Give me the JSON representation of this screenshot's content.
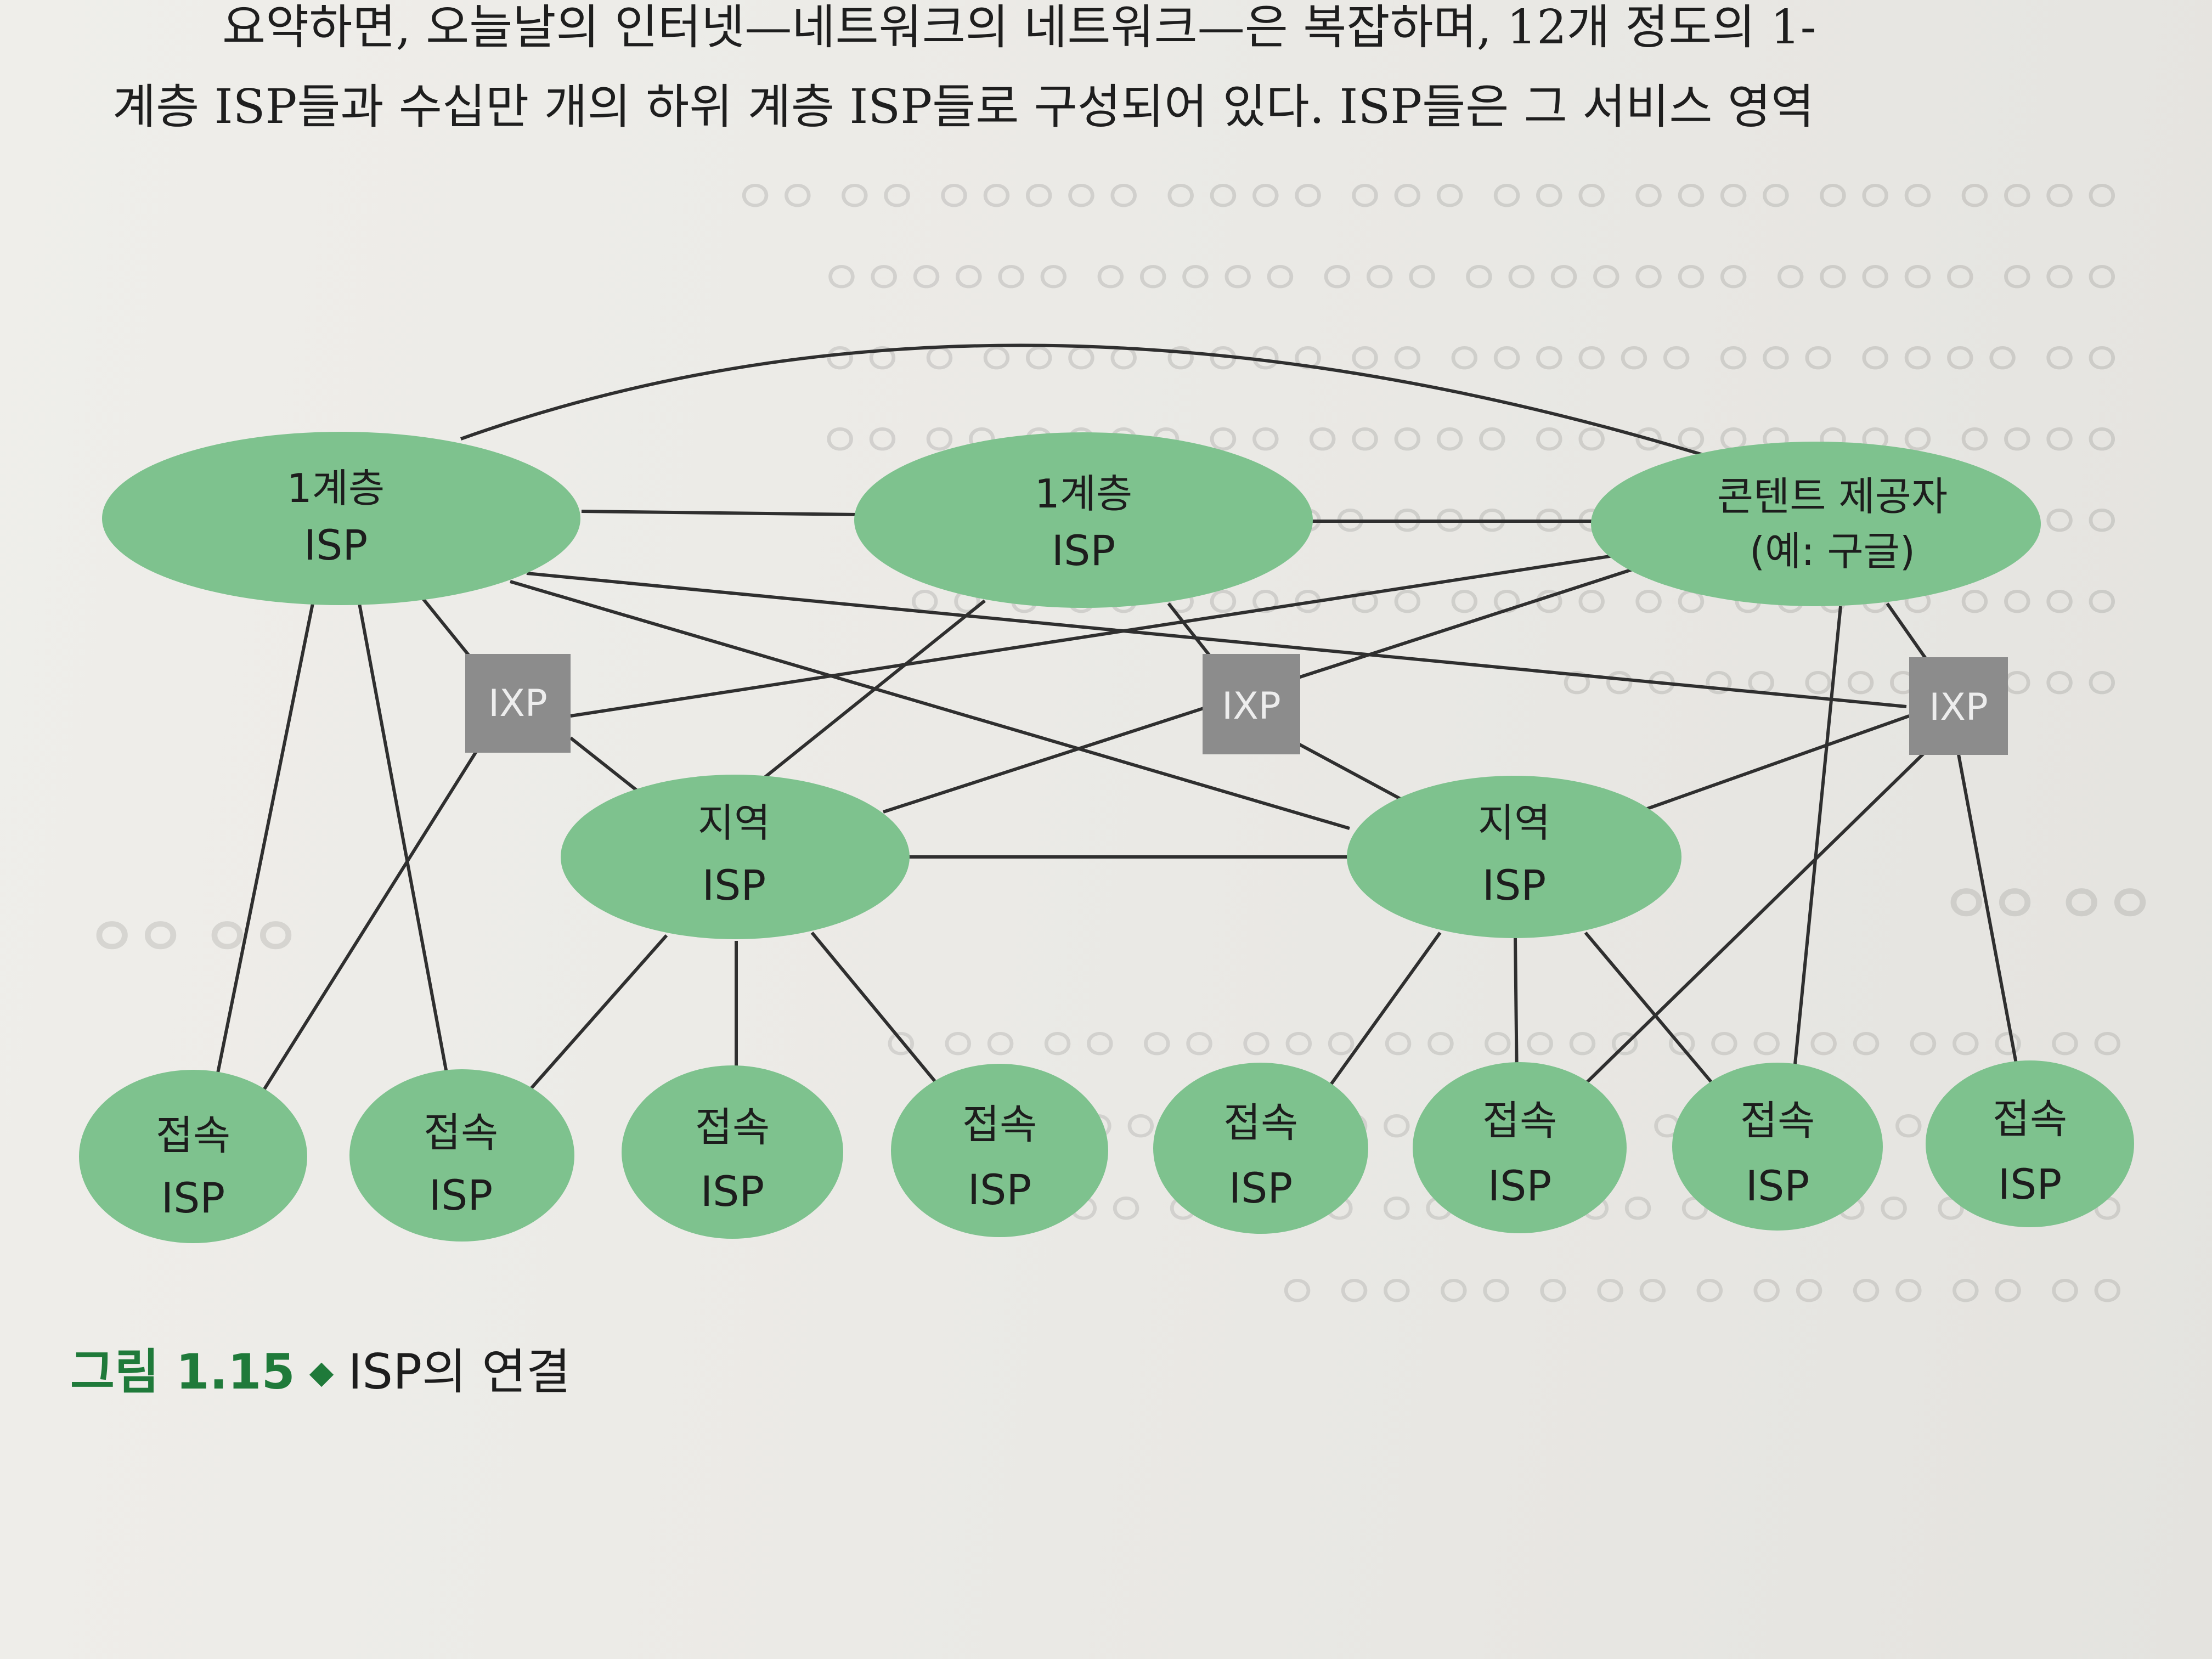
{
  "text": {
    "line1": "요약하면, 오늘날의 인터넷—네트워크의 네트워크—은 복잡하며, 12개 정도의 1-",
    "line2": "계층 ISP들과 수십만 개의 하위 계층 ISP들로 구성되어 있다. ISP들은 그 서비스 영역"
  },
  "diagram": {
    "nodes": {
      "tier1_a": {
        "line1": "1계층",
        "line2": "ISP"
      },
      "tier1_b": {
        "line1": "1계층",
        "line2": "ISP"
      },
      "content": {
        "line1": "콘텐트 제공자",
        "line2": "(예: 구글)"
      },
      "ixp_1": "IXP",
      "ixp_2": "IXP",
      "ixp_3": "IXP",
      "regional_a": {
        "line1": "지역",
        "line2": "ISP"
      },
      "regional_b": {
        "line1": "지역",
        "line2": "ISP"
      },
      "access": [
        {
          "line1": "접속",
          "line2": "ISP"
        },
        {
          "line1": "접속",
          "line2": "ISP"
        },
        {
          "line1": "접속",
          "line2": "ISP"
        },
        {
          "line1": "접속",
          "line2": "ISP"
        },
        {
          "line1": "접속",
          "line2": "ISP"
        },
        {
          "line1": "접속",
          "line2": "ISP"
        },
        {
          "line1": "접속",
          "line2": "ISP"
        },
        {
          "line1": "접속",
          "line2": "ISP"
        }
      ]
    },
    "colors": {
      "node_fill": "#7ec28e",
      "ixp_fill": "#8c8c8c",
      "edge": "#2f2f2f"
    }
  },
  "caption": {
    "figure_number": "그림 1.15",
    "symbol": "◆",
    "title": "ISP의 연결"
  }
}
